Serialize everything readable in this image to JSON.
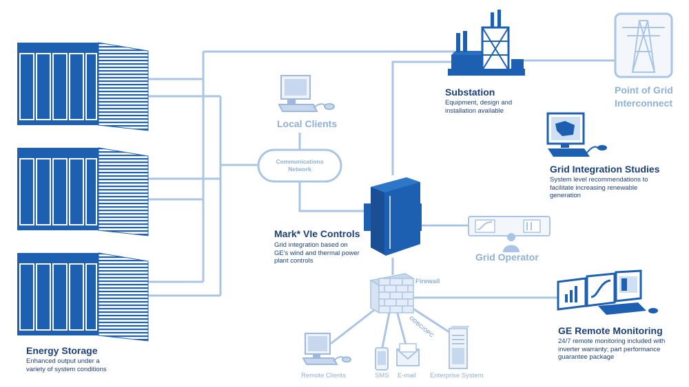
{
  "energy_storage": {
    "title": "Energy Storage",
    "description": "Enhanced output under a variety of system conditions"
  },
  "local_clients": {
    "title": "Local Clients"
  },
  "network": {
    "line1": "Communications",
    "line2": "Network"
  },
  "substation": {
    "title": "Substation",
    "description": "Equipment, design and installation available"
  },
  "point_of_grid": {
    "line1": "Point of Grid",
    "line2": "Interconnect"
  },
  "grid_integration": {
    "title": "Grid Integration Studies",
    "description": "System level recommendations to facilitate increasing renewable generation"
  },
  "mark_controls": {
    "title": "Mark* VIe Controls",
    "description": "Grid integration based on GE's wind and thermal power plant controls"
  },
  "grid_operator": {
    "title": "Grid Operator"
  },
  "firewall": {
    "label": "Firewall"
  },
  "odbc": {
    "label": "ODBC/OPC"
  },
  "remote_clients": {
    "label": "Remote Clients"
  },
  "sms": {
    "label": "SMS"
  },
  "email": {
    "label": "E-mail"
  },
  "enterprise": {
    "label": "Enterprise System"
  },
  "remote_monitoring": {
    "title": "GE Remote Monitoring",
    "description": "24/7 remote monitoring included with inverter warranty; part performance guarantee package"
  },
  "colors": {
    "dark_blue": "#1d5fb0",
    "navy_text": "#1a3f7a",
    "light_blue": "#8fb0d6",
    "line_blue": "#a9c4e4"
  },
  "icons": [
    "battery-container-icon",
    "computer-icon",
    "server-cabinet-icon",
    "substation-icon",
    "transmission-tower-icon",
    "firewall-icon",
    "phone-icon",
    "envelope-icon",
    "enterprise-server-icon",
    "monitor-panel-icon"
  ]
}
